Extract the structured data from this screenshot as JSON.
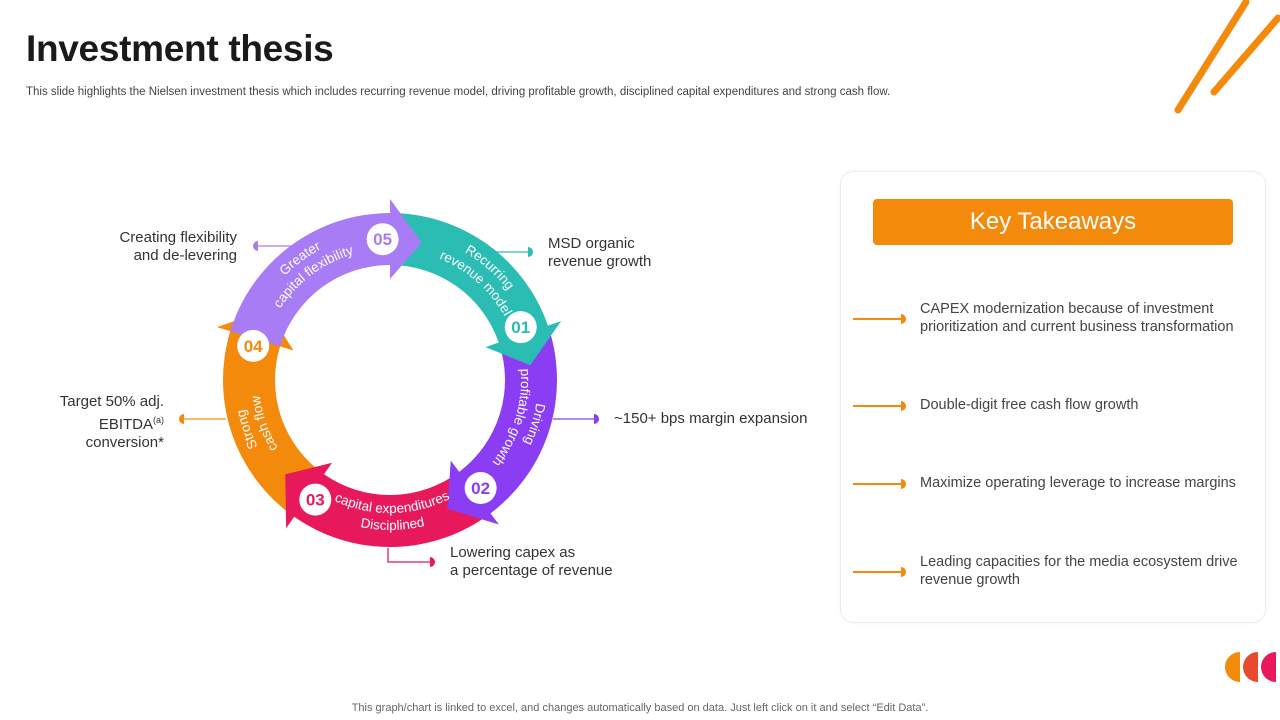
{
  "header": {
    "title": "Investment thesis",
    "subtitle": "This slide highlights the Nielsen investment thesis which includes recurring revenue model, driving profitable growth, disciplined capital expenditures and strong cash flow."
  },
  "cycle": {
    "steps": [
      {
        "number": "01",
        "line1": "Recurring",
        "line2": "revenue model",
        "color": "#2bbcb4",
        "outer_label": [
          "MSD organic",
          "revenue growth"
        ]
      },
      {
        "number": "02",
        "line1": "Driving",
        "line2": "profitable growth",
        "color": "#8a3df2",
        "outer_label": [
          "~150+ bps margin expansion"
        ]
      },
      {
        "number": "03",
        "line1": "Disciplined",
        "line2": "capital expenditures",
        "color": "#e8195a",
        "outer_label": [
          "Lowering capex as",
          "a percentage of revenue"
        ]
      },
      {
        "number": "04",
        "line1": "Strong",
        "line2": "cash flow",
        "color": "#f48a0c",
        "outer_label": [
          "Target 50% adj.",
          "EBITDA",
          "conversion*"
        ],
        "superscript": "(a)"
      },
      {
        "number": "05",
        "line1": "Greater",
        "line2": "capital flexibility",
        "color": "#a77cf4",
        "outer_label": [
          "Creating flexibility",
          "and de-levering"
        ]
      }
    ]
  },
  "takeaways": {
    "heading": "Key Takeaways",
    "items": [
      "CAPEX modernization because of investment prioritization and current business transformation",
      "Double-digit free cash flow growth",
      "Maximize operating leverage to increase margins",
      "Leading capacities for the media ecosystem drive revenue growth"
    ]
  },
  "footer": {
    "note": "This graph/chart is linked to excel,  and changes automatically based on data. Just left click on it and select “Edit Data”."
  },
  "colors": {
    "accent": "#f48a0c",
    "teal": "#2bbcb4",
    "purple": "#8a3df2",
    "crimson": "#e8195a",
    "lavender": "#a77cf4"
  }
}
